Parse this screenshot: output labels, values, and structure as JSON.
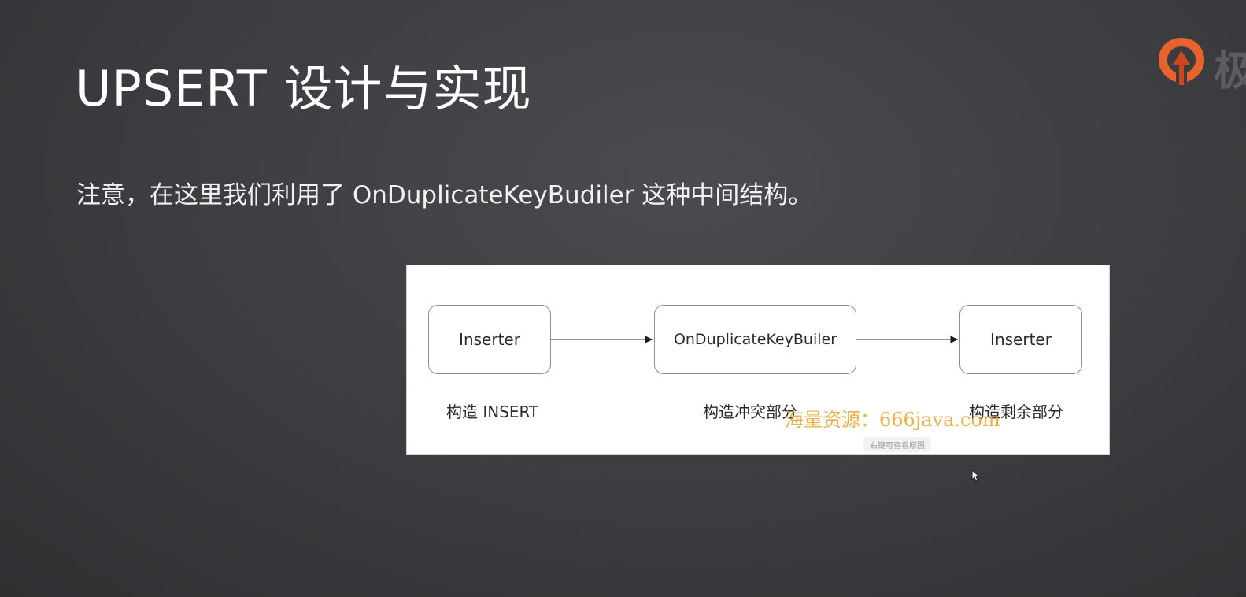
{
  "slide": {
    "title": "UPSERT 设计与实现",
    "note": "注意，在这里我们利用了 OnDuplicateKeyBudiler 这种中间结构。",
    "logo_text": "极"
  },
  "diagram": {
    "nodes": [
      {
        "label": "Inserter",
        "caption": "构造 INSERT"
      },
      {
        "label": "OnDuplicateKeyBuiler",
        "caption": "构造冲突部分"
      },
      {
        "label": "Inserter",
        "caption": "构造剩余部分"
      }
    ],
    "watermark": "海量资源：666java.com",
    "hint": "右键可查看原图"
  },
  "colors": {
    "background": "#3a3b3d",
    "logo_orange": "#e8622b",
    "watermark": "#e8a93a"
  },
  "icons": {
    "logo": "brand-logo-icon",
    "cursor": "mouse-cursor-icon"
  }
}
